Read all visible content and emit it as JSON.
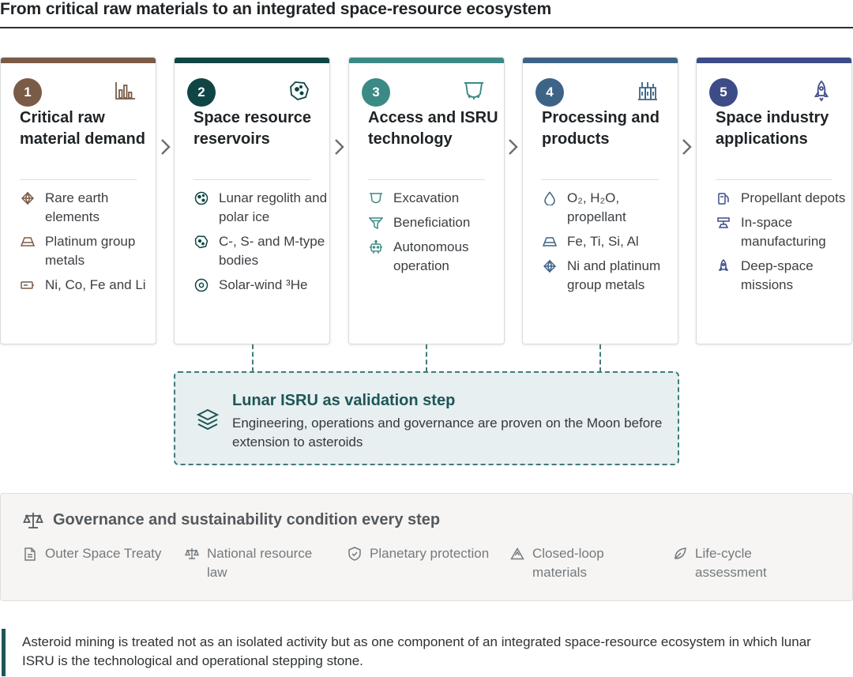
{
  "title": "From critical raw materials to an integrated space-resource ecosystem",
  "colors": {
    "step1": "#7a5b46",
    "step2": "#0f4545",
    "step3": "#3c8a85",
    "step4": "#3d6487",
    "step5": "#3d4b88",
    "accent_teal": "#3f7b7b",
    "isru_bg": "#e7eff0"
  },
  "steps": [
    {
      "number": "1",
      "title": "Critical raw material demand",
      "icon": "bar-chart-icon",
      "items": [
        {
          "icon": "gem-icon",
          "text": "Rare earth elements"
        },
        {
          "icon": "ingot-icon",
          "text": "Platinum group metals"
        },
        {
          "icon": "battery-icon",
          "text": "Ni, Co, Fe and Li"
        }
      ]
    },
    {
      "number": "2",
      "title": "Space resource reservoirs",
      "icon": "asteroid-icon",
      "items": [
        {
          "icon": "moon-icon",
          "text": "Lunar regolith and polar ice"
        },
        {
          "icon": "asteroid-icon",
          "text": "C-, S- and M-type bodies"
        },
        {
          "icon": "target-icon",
          "text": "Solar-wind ³He"
        }
      ]
    },
    {
      "number": "3",
      "title": "Access and ISRU technology",
      "icon": "excavator-bucket-icon",
      "items": [
        {
          "icon": "bucket-icon",
          "text": "Excavation"
        },
        {
          "icon": "funnel-icon",
          "text": "Beneficiation"
        },
        {
          "icon": "robot-icon",
          "text": "Autonomous operation"
        }
      ]
    },
    {
      "number": "4",
      "title": "Processing and products",
      "icon": "factory-icon",
      "items": [
        {
          "icon": "droplet-icon",
          "text": "O₂, H₂O, propellant"
        },
        {
          "icon": "ingot-icon",
          "text": "Fe, Ti, Si, Al"
        },
        {
          "icon": "gem-icon",
          "text": "Ni and platinum group metals"
        }
      ]
    },
    {
      "number": "5",
      "title": "Space industry applications",
      "icon": "rocket-icon",
      "items": [
        {
          "icon": "fuel-pump-icon",
          "text": "Propellant depots"
        },
        {
          "icon": "anvil-icon",
          "text": "In-space manufacturing"
        },
        {
          "icon": "rocket-icon",
          "text": "Deep-space missions"
        }
      ]
    }
  ],
  "isru": {
    "title": "Lunar ISRU as validation step",
    "description": "Engineering, operations and governance are proven on the Moon before extension to asteroids",
    "icon": "layers-icon"
  },
  "governance": {
    "title": "Governance and sustainability condition every step",
    "icon": "scales-icon",
    "items": [
      {
        "icon": "document-icon",
        "text": "Outer Space Treaty"
      },
      {
        "icon": "scales-icon",
        "text": "National resource law"
      },
      {
        "icon": "shield-icon",
        "text": "Planetary protection"
      },
      {
        "icon": "recycle-icon",
        "text": "Closed-loop materials"
      },
      {
        "icon": "leaf-icon",
        "text": "Life-cycle assessment"
      }
    ]
  },
  "note": "Asteroid mining is treated not as an isolated activity but as one component of an integrated space-resource ecosystem in which lunar ISRU is the technological and operational stepping stone."
}
